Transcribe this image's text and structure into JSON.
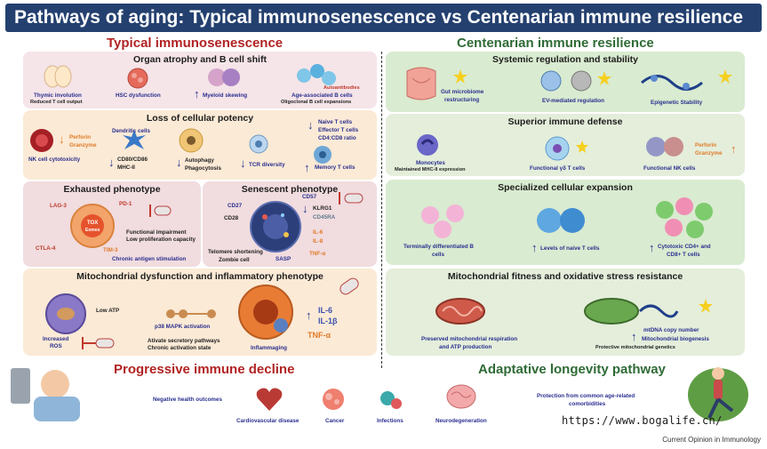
{
  "header": {
    "title": "Pathways of aging: Typical immunosenescence vs Centenarian immune resilience"
  },
  "left": {
    "title": "Typical immunosenescence",
    "organ": {
      "title": "Organ atrophy and B cell shift",
      "thymic": "Thymic involution",
      "thymic_sub": "Reduced T cell output",
      "hsc": "HSC dysfunction",
      "myeloid": "Myeloid skewing",
      "age_b": "Age-associated B cells",
      "autoantibodies": "Autoantibodies",
      "oligoclonal": "Oligoclonal B cell expansions"
    },
    "potency": {
      "title": "Loss of cellular potency",
      "perforin": "Perforin",
      "granzyme": "Granzyme",
      "nk": "NK cell cytotoxicity",
      "dendritic": "Dendritic cells",
      "cd80": "CD80/CD86",
      "mhc": "MHC-II",
      "autophagy": "Autophagy",
      "phagocytosis": "Phagocytosis",
      "tcr": "TCR diversity",
      "naive": "Naive T cells",
      "effector": "Effector T cells",
      "ratio": "CD4:CD8 ratio",
      "memory": "Memory T cells"
    },
    "exhausted": {
      "title": "Exhausted phenotype",
      "lag3": "LAG-3",
      "pd1": "PD-1",
      "tox": "TOX",
      "tox_sub": "Eomes",
      "impairment": "Functional impairment",
      "low_prolif": "Low proliferation capacity",
      "ctla4": "CTLA-4",
      "tim3": "TIM-3",
      "chronic": "Chronic antigen stimulation"
    },
    "senescent": {
      "title": "Senescent phenotype",
      "cd57": "CD57",
      "klrg1": "KLRG1",
      "cd45ra": "CD45RA",
      "cd27": "CD27",
      "cd28": "CD28",
      "il6": "IL-6",
      "il8": "IL-8",
      "tnf": "TNF-α",
      "telomere": "Telomere shortening",
      "zombie": "Zombie cell",
      "sasp": "SASP"
    },
    "mito": {
      "title": "Mitochondrial dysfunction and inflammatory phenotype",
      "low_atp": "Low ATP",
      "increased": "Increased",
      "ros": "ROS",
      "p38": "p38 MAPK activation",
      "activate": "Ativate secretory pathways",
      "chronic_act": "Chronic activation state",
      "inflammaging": "Inflammaging",
      "il6": "IL-6",
      "il1b": "IL-1β",
      "tnf": "TNF-α"
    },
    "bottom": {
      "title": "Progressive immune decline",
      "negative": "Negative health outcomes",
      "cardio": "Cardiovascular disease",
      "cancer": "Cancer",
      "infections": "Infections",
      "neuro": "Neurodegeneration"
    }
  },
  "right": {
    "title": "Centenarian immune resilience",
    "systemic": {
      "title": "Systemic regulation and stability",
      "gut": "Gut microbiome",
      "gut2": "restructuring",
      "ev": "EV-mediated regulation",
      "epi": "Epigenetic Stability"
    },
    "defense": {
      "title": "Superior immune defense",
      "monocytes": "Monocytes",
      "monocytes_sub": "Maintained MHC-II expression",
      "gd": "Functional γδ T cells",
      "nk": "Functional NK cells",
      "perforin": "Perforin",
      "granzyme": "Granzyme"
    },
    "expansion": {
      "title": "Specialized cellular expansion",
      "terminal": "Terminally differentiated B",
      "terminal2": "cells",
      "naive": "Levels of naive T cells",
      "cytotoxic": "Cytotoxic CD4+ and",
      "cytotoxic2": "CD8+ T cells"
    },
    "mito": {
      "title": "Mitochondrial fitness and oxidative stress resistance",
      "preserved": "Preserved mitochondrial respiration",
      "preserved2": "and ATP production",
      "mtdna": "mtDNA copy number",
      "biogenesis": "Mitochondrial biogenesis",
      "genetics": "Protective mitochondrial genetics"
    },
    "bottom": {
      "title": "Adaptative longevity pathway",
      "protection": "Protection from common age-related",
      "protection2": "comorbidities"
    }
  },
  "citation": "Current Opinion in Immunology",
  "watermark": "https://www.bogalife.cn/",
  "colors": {
    "header_bg": "#24406f",
    "left_title": "#b22323",
    "right_title": "#2f6b36",
    "label_blue": "#2a2f8f",
    "arrow_orange": "#e07b28",
    "star": "#f6cf1f"
  }
}
